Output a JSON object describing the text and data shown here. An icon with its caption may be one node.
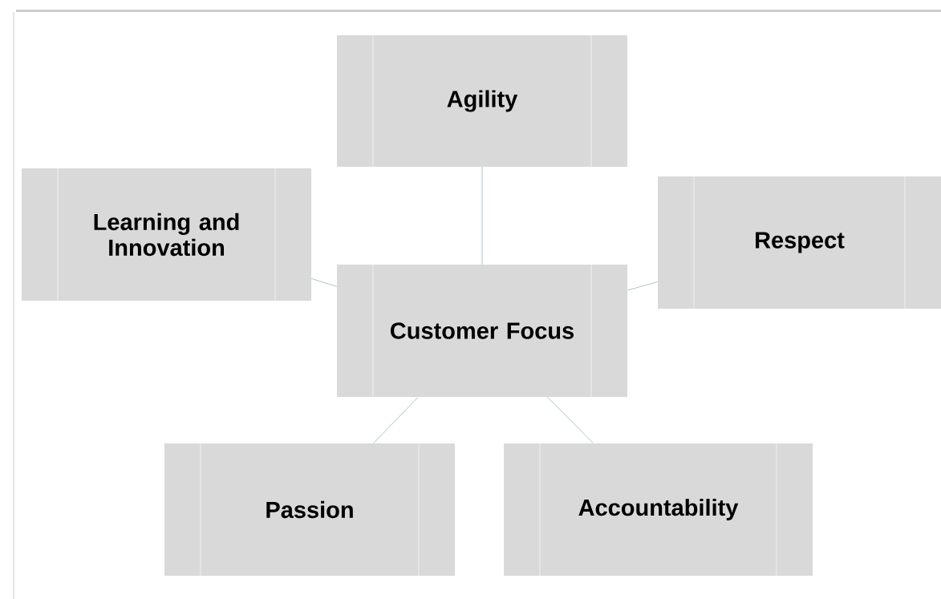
{
  "diagram": {
    "nodes": [
      {
        "text": [
          "Agility"
        ]
      },
      {
        "text": [
          "Learning and Innovation"
        ]
      },
      {
        "text": [
          "Respect"
        ]
      },
      {
        "text": [
          "Customer Focus"
        ]
      },
      {
        "text": [
          "Passion"
        ]
      },
      {
        "text": [
          "Accountability"
        ]
      }
    ],
    "edges": [
      {
        "from": 3,
        "to": 0,
        "arrow": "none"
      },
      {
        "from": 3,
        "to": 1,
        "arrow": "none"
      },
      {
        "from": 3,
        "to": 2,
        "arrow": "none"
      },
      {
        "from": 3,
        "to": 4,
        "arrow": "none"
      },
      {
        "from": 3,
        "to": 5,
        "arrow": "none"
      }
    ]
  }
}
